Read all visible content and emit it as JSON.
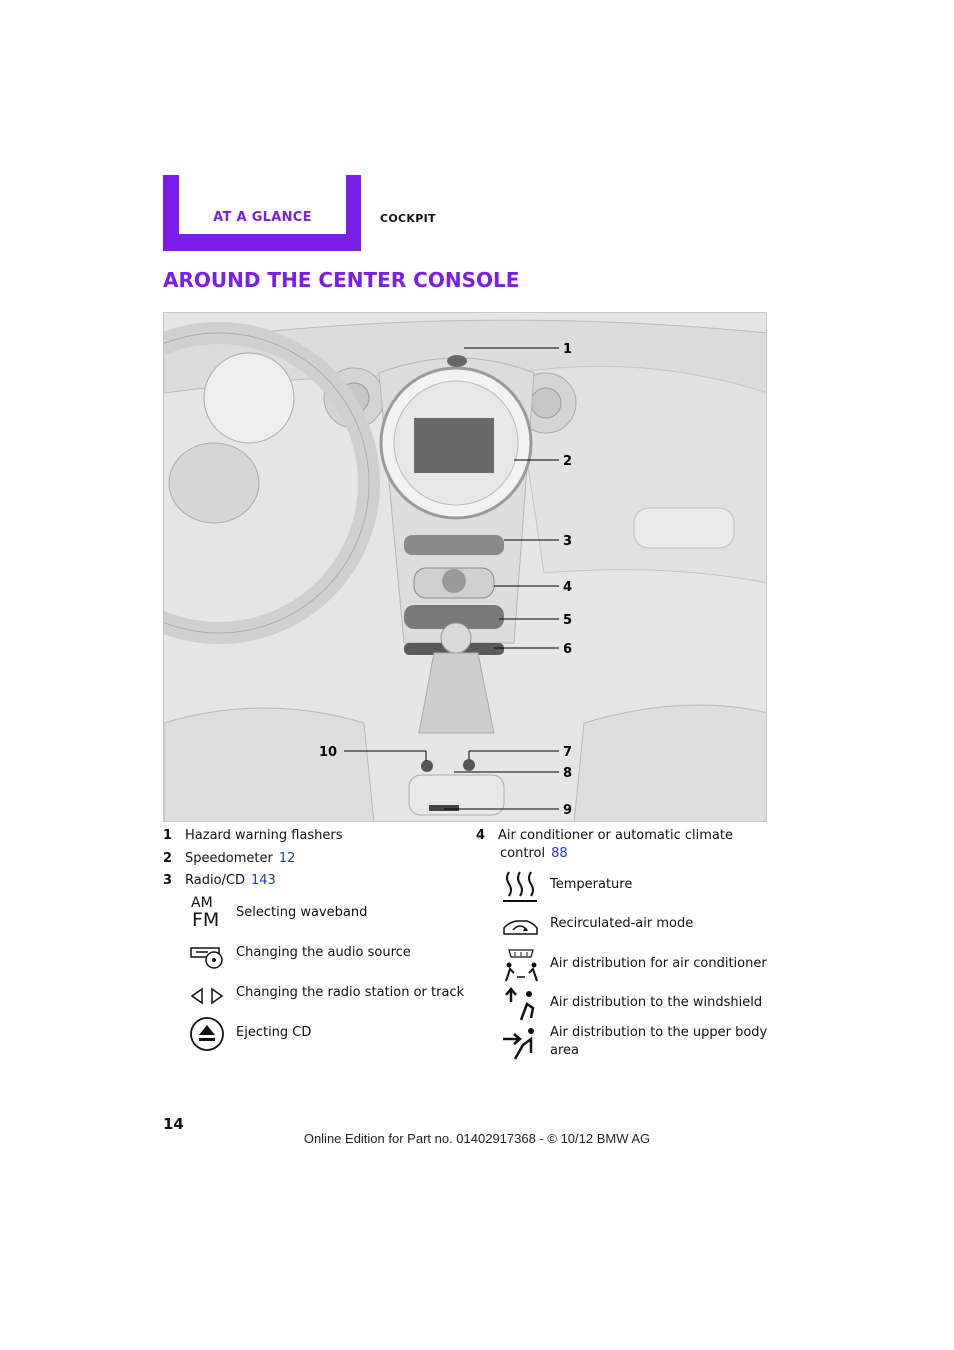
{
  "header": {
    "tab_label": "AT A GLANCE",
    "section_label": "COCKPIT",
    "accent_color": "#7a1fe8"
  },
  "title": "AROUND THE CENTER CONSOLE",
  "figure": {
    "callouts": [
      "1",
      "2",
      "3",
      "4",
      "5",
      "6",
      "7",
      "8",
      "9",
      "10"
    ]
  },
  "items_left": [
    {
      "num": "1",
      "label": "Hazard warning flashers",
      "page": ""
    },
    {
      "num": "2",
      "label": "Speedometer",
      "page": "12"
    },
    {
      "num": "3",
      "label": "Radio/CD",
      "page": "143"
    }
  ],
  "radio_sub": [
    {
      "icon": "am-fm-icon",
      "label": "Selecting waveband"
    },
    {
      "icon": "audio-source-icon",
      "label": "Changing the audio source"
    },
    {
      "icon": "station-track-arrows-icon",
      "label": "Changing the radio station or track"
    },
    {
      "icon": "eject-icon",
      "label": "Ejecting CD"
    }
  ],
  "am_fm_text": {
    "am": "AM",
    "fm": "FM"
  },
  "items_right": [
    {
      "num": "4",
      "label_line1": "Air conditioner or automatic climate",
      "label_line2": "control",
      "page": "88"
    }
  ],
  "climate_sub": [
    {
      "icon": "temperature-icon",
      "label": "Temperature"
    },
    {
      "icon": "recirculated-air-icon",
      "label": "Recirculated-air mode"
    },
    {
      "icon": "air-distribution-ac-icon",
      "label": "Air distribution for air conditioner"
    },
    {
      "icon": "windshield-distribution-icon",
      "label": "Air distribution to the windshield"
    },
    {
      "icon": "upper-body-distribution-icon",
      "label_line1": "Air distribution to the upper body",
      "label_line2": "area"
    }
  ],
  "page_number": "14",
  "footer": "Online Edition for Part no. 01402917368 - © 10/12 BMW AG"
}
